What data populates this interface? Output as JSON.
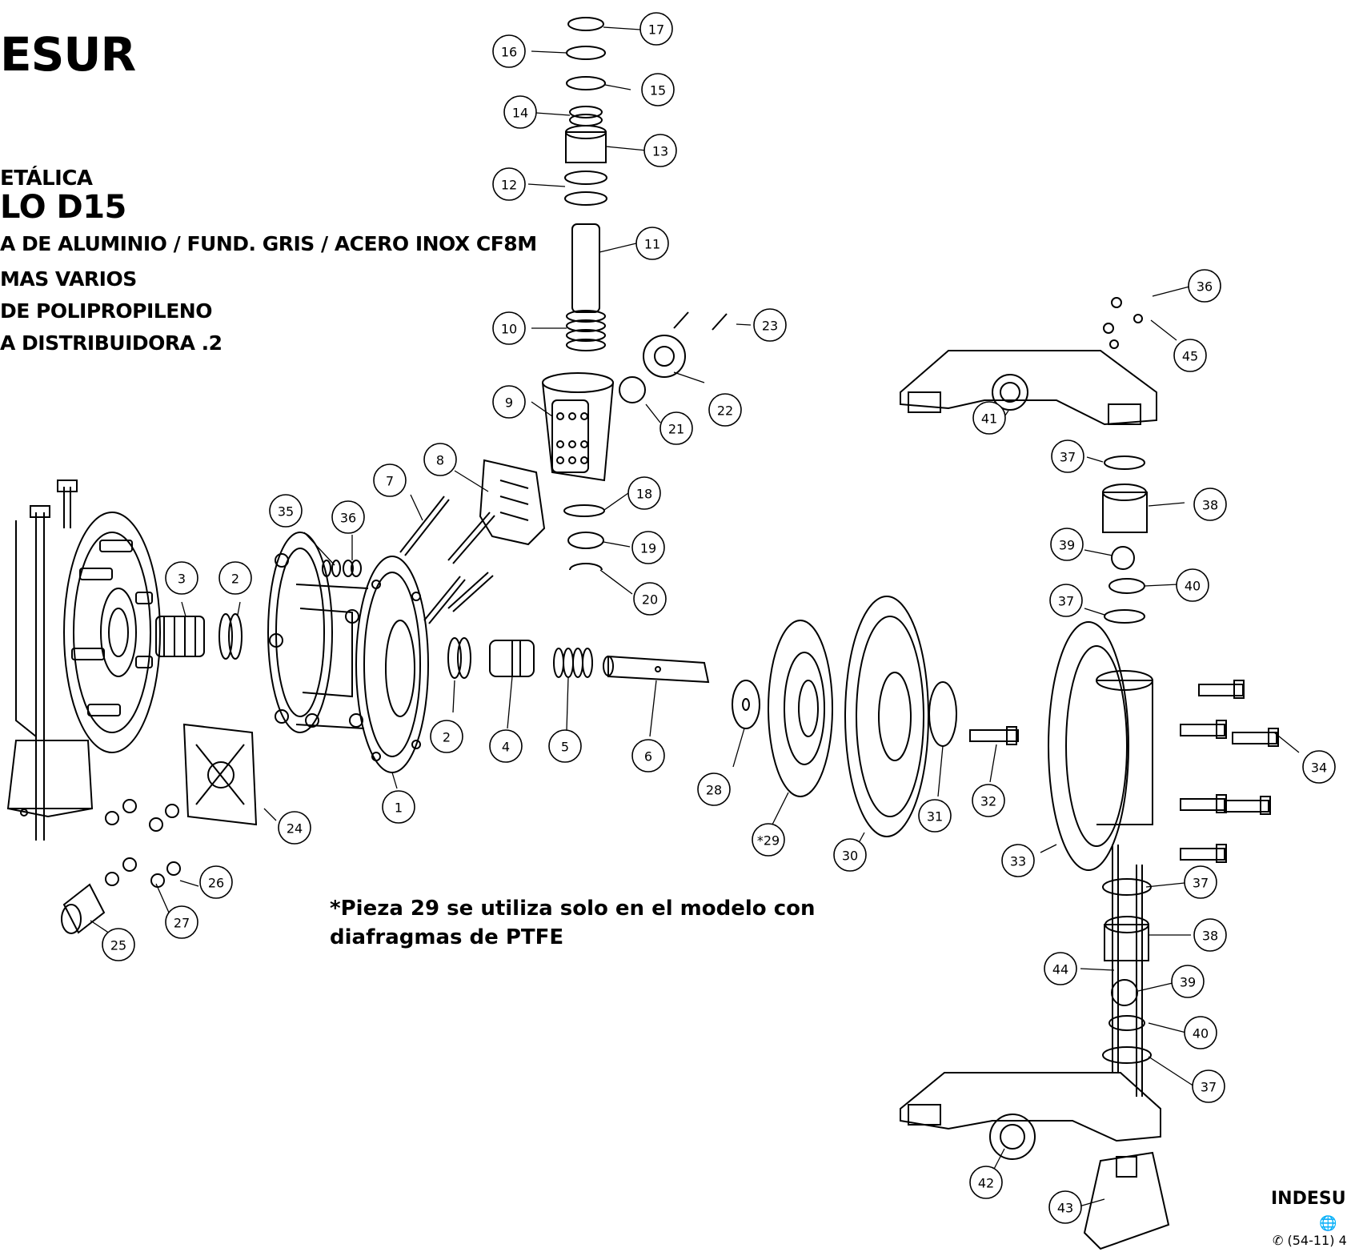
{
  "header": {
    "brand": "ESUR",
    "subtitle": "ETÁLICA",
    "model": "LO D15",
    "specs": [
      "A DE ALUMINIO / FUND. GRIS / ACERO INOX CF8M",
      "MAS VARIOS",
      "DE POLIPROPILENO",
      "A DISTRIBUIDORA .2"
    ]
  },
  "note": {
    "line1": "*Pieza 29 se utiliza solo en el modelo con",
    "line2": "diafragmas de PTFE"
  },
  "footer": {
    "brand": "INDESU",
    "globe_icon": "globe-icon",
    "phone_text": "(54-11) 4",
    "phone_icon": "phone-icon"
  },
  "callouts": [
    "1",
    "2",
    "2",
    "3",
    "4",
    "5",
    "6",
    "7",
    "8",
    "9",
    "10",
    "11",
    "12",
    "13",
    "14",
    "15",
    "16",
    "17",
    "18",
    "19",
    "20",
    "21",
    "22",
    "23",
    "24",
    "25",
    "26",
    "27",
    "28",
    "*29",
    "30",
    "31",
    "32",
    "33",
    "34",
    "35",
    "36",
    "36",
    "37",
    "37",
    "37",
    "37",
    "38",
    "38",
    "39",
    "39",
    "40",
    "40",
    "41",
    "42",
    "43",
    "44",
    "45"
  ],
  "colors": {
    "line": "#000000",
    "background": "#ffffff"
  }
}
